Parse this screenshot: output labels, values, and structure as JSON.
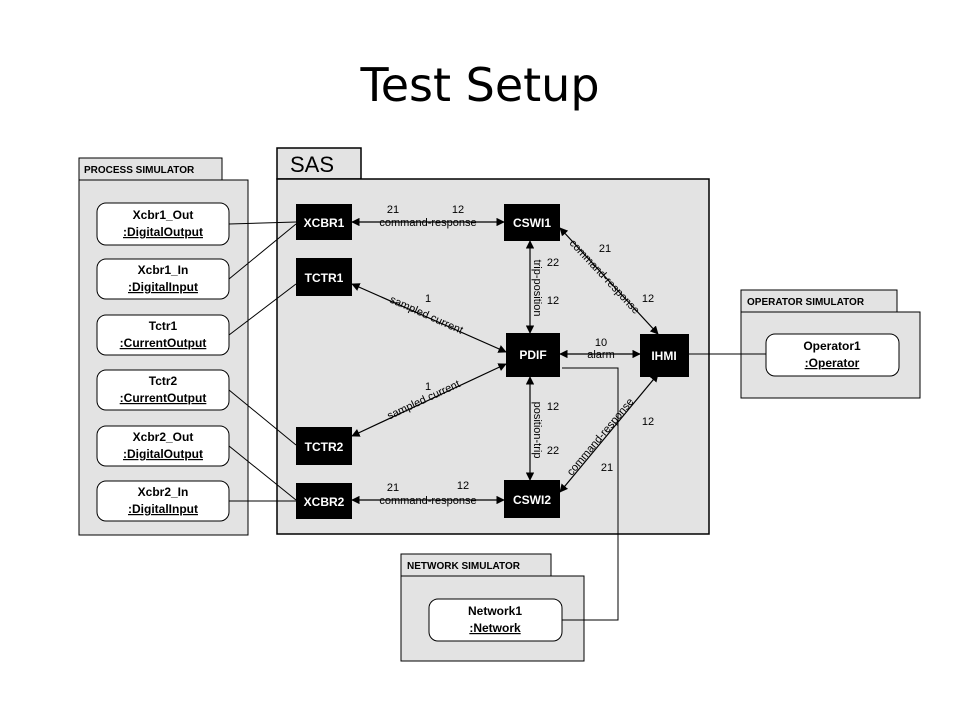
{
  "slide": {
    "title": "Test Setup"
  },
  "packages": {
    "process": {
      "label": "PROCESS SIMULATOR"
    },
    "sas": {
      "label": "SAS"
    },
    "operator": {
      "label": "OPERATOR SIMULATOR"
    },
    "network": {
      "label": "NETWORK SIMULATOR"
    }
  },
  "process_objects": [
    {
      "name": "Xcbr1_Out",
      "type": ":DigitalOutput"
    },
    {
      "name": "Xcbr1_In",
      "type": ":DigitalInput"
    },
    {
      "name": "Tctr1",
      "type": ":CurrentOutput"
    },
    {
      "name": "Tctr2",
      "type": ":CurrentOutput"
    },
    {
      "name": "Xcbr2_Out",
      "type": ":DigitalOutput"
    },
    {
      "name": "Xcbr2_In",
      "type": ":DigitalInput"
    }
  ],
  "operator_object": {
    "name": "Operator1",
    "type": ":Operator"
  },
  "network_object": {
    "name": "Network1",
    "type": ":Network"
  },
  "nodes": {
    "xcbr1": "XCBR1",
    "tctr1": "TCTR1",
    "tctr2": "TCTR2",
    "xcbr2": "XCBR2",
    "cswi1": "CSWI1",
    "pdif": "PDIF",
    "cswi2": "CSWI2",
    "ihmi": "IHMI"
  },
  "links": {
    "xcbr1_cswi1": {
      "n1": "21",
      "n2": "12",
      "text": "command-response"
    },
    "xcbr2_cswi2": {
      "n1": "21",
      "n2": "12",
      "text": "command-response"
    },
    "tctr1_pdif": {
      "n": "1",
      "text": "sampled current"
    },
    "tctr2_pdif": {
      "n": "1",
      "text": "sampled current"
    },
    "cswi1_pdif": {
      "n1": "22",
      "n2": "12",
      "text": "trip-position"
    },
    "pdif_cswi2": {
      "n1": "12",
      "n2": "22",
      "text": "position-trip"
    },
    "pdif_ihmi": {
      "n": "10",
      "text": "alarm"
    },
    "cswi1_ihmi": {
      "n1": "21",
      "n2": "12",
      "text": "command-response"
    },
    "cswi2_ihmi": {
      "n1": "12",
      "n2": "21",
      "text": "command-response"
    }
  }
}
